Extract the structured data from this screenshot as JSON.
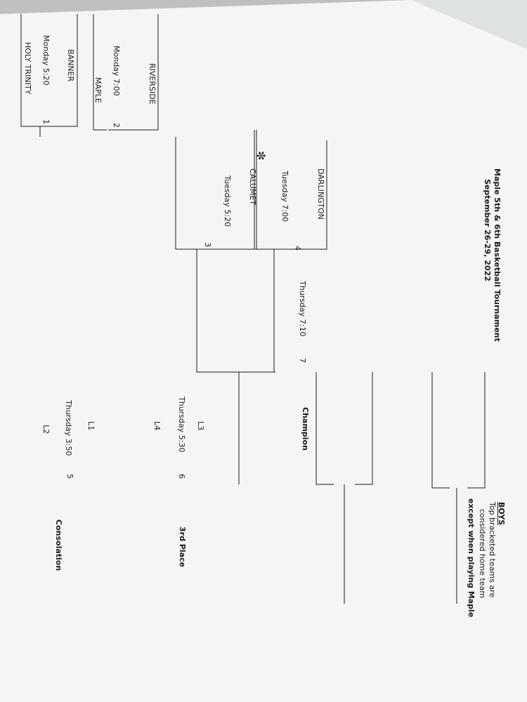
{
  "title": {
    "line1": "Maple 5th & 6th Basketball Tournament",
    "line2": "September 26-29, 2022"
  },
  "note": {
    "heading": "BOYS",
    "line1": "Top bracketed teams are",
    "line2": "considered home team",
    "line3": "except when playing Maple"
  },
  "teams": {
    "holy_trinity": "HOLY TRINITY",
    "banner": "BANNER",
    "maple": "MAPLE",
    "riverside": "RIVERSIDE",
    "calumet": "CALUMET",
    "darlington": "DARLINGTON"
  },
  "games": {
    "g1": {
      "number": "1",
      "time": "Monday 5:20"
    },
    "g2": {
      "number": "2",
      "time": "Monday 7:00"
    },
    "g3": {
      "number": "3",
      "time": "Tuesday 5:20"
    },
    "g4": {
      "number": "4",
      "time": "Tuesday 7:00"
    },
    "g5": {
      "number": "5",
      "time": "Thursday 3:50"
    },
    "g6": {
      "number": "6",
      "time": "Thursday 5:30"
    },
    "g7": {
      "number": "7",
      "time": "Thursday 7:10"
    }
  },
  "placeholders": {
    "l1": "L1",
    "l2": "L2",
    "l3": "L3",
    "l4": "L4"
  },
  "results": {
    "champion": "Champion",
    "third": "3rd Place",
    "consolation": "Consolation"
  },
  "colors": {
    "paper": "#f4f5f5",
    "ink": "#1b1b1b",
    "background": "#bfc1c1"
  }
}
